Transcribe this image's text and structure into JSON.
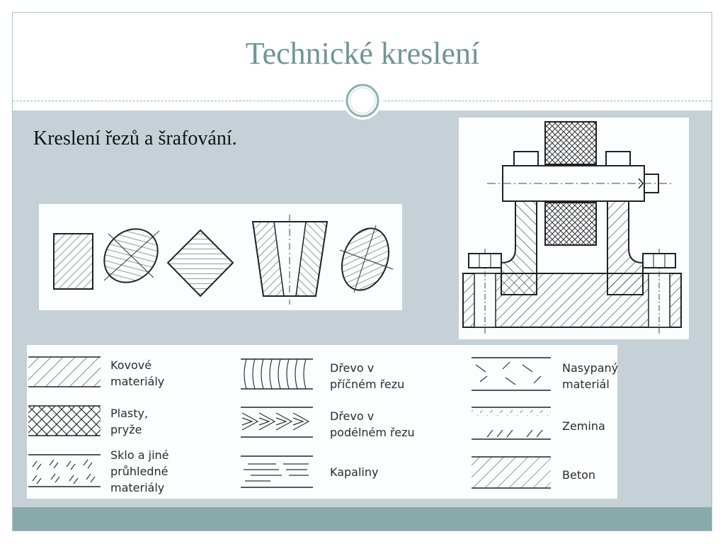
{
  "slide": {
    "title": "Technické kreslení",
    "subtitle": "Kreslení řezů a šrafování."
  },
  "legend": {
    "items": [
      {
        "key": "kovove",
        "lines": [
          "Kovové",
          "materiály"
        ]
      },
      {
        "key": "plasty",
        "lines": [
          "Plasty,",
          "pryže"
        ]
      },
      {
        "key": "sklo",
        "lines": [
          "Sklo a jiné",
          "průhledné",
          "materiály"
        ]
      },
      {
        "key": "drevo_pricne",
        "lines": [
          "Dřevo v",
          "příčném řezu"
        ]
      },
      {
        "key": "drevo_podelne",
        "lines": [
          "Dřevo v",
          "podélném řezu"
        ]
      },
      {
        "key": "kapaliny",
        "lines": [
          "Kapaliny"
        ]
      },
      {
        "key": "nasypany",
        "lines": [
          "Nasypaný",
          "materiál"
        ]
      },
      {
        "key": "zemina",
        "lines": [
          "Zemina"
        ]
      },
      {
        "key": "beton",
        "lines": [
          "Beton"
        ]
      }
    ]
  },
  "colors": {
    "title": "#6f9595",
    "content_bg": "#c5d1d6",
    "bottom_bar": "#89a9aa",
    "line_art": "#3a3a3a"
  }
}
